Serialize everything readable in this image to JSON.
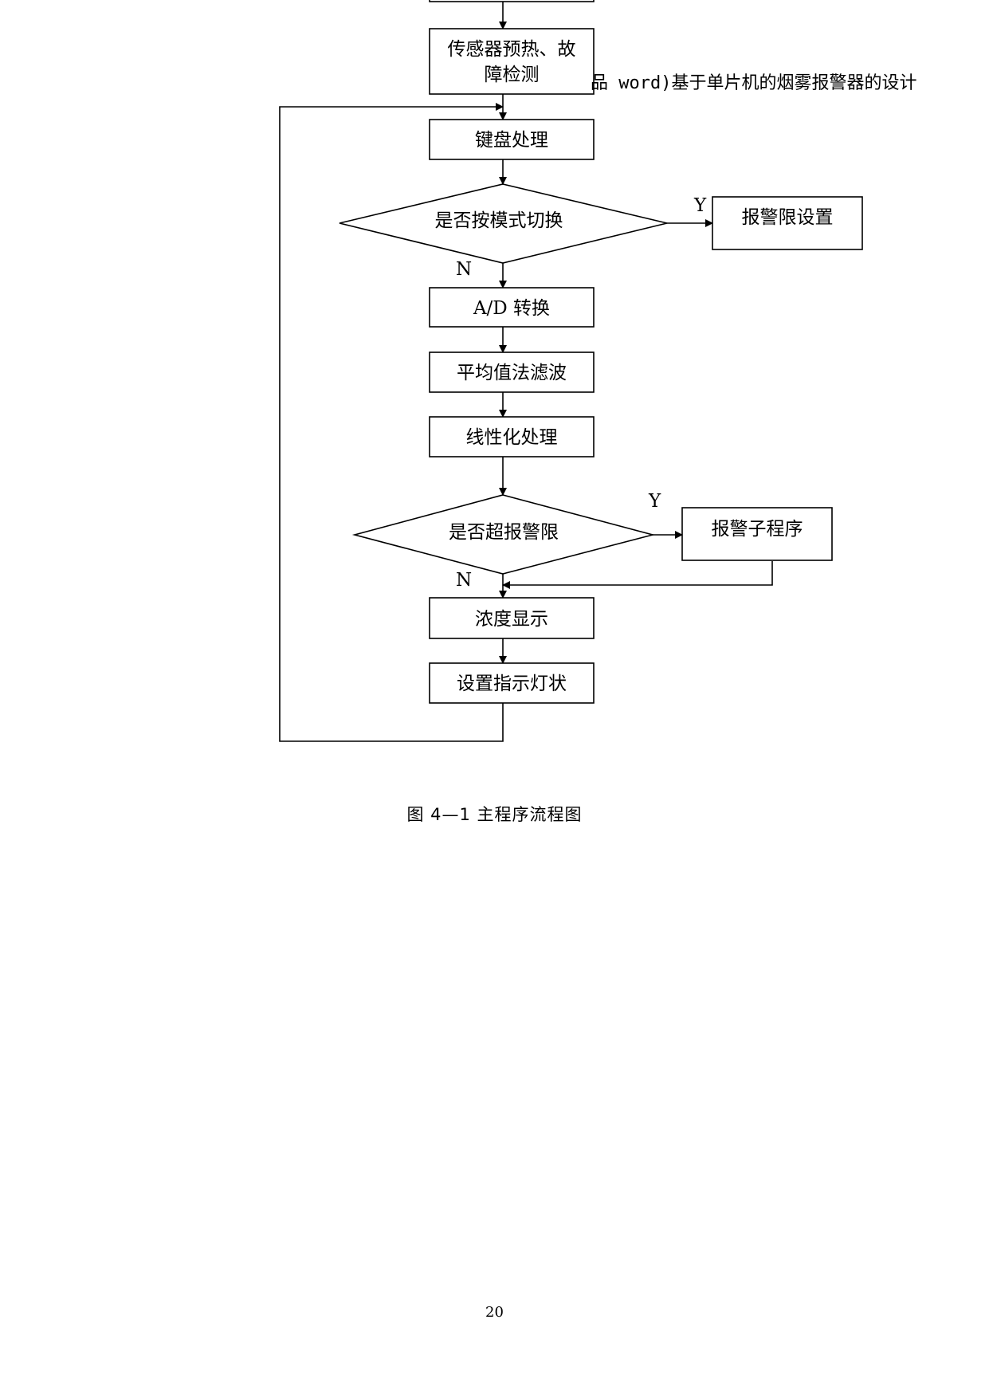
{
  "document": {
    "header_text": "品 word)基于单片机的烟雾报警器的设计",
    "caption": "图 4—1 主程序流程图",
    "page_number": "20"
  },
  "flowchart": {
    "nodes": {
      "sensor": [
        "传感器预热、故",
        "障检测"
      ],
      "keyboard": [
        "键盘处理"
      ],
      "mode_switch": [
        "是否按模式切换"
      ],
      "alarm_limit": [
        "报警限设置"
      ],
      "ad_convert": [
        "A/D 转换"
      ],
      "filter": [
        "平均值法滤波"
      ],
      "linearize": [
        "线性化处理"
      ],
      "over_limit": [
        "是否超报警限"
      ],
      "alarm_sub": [
        "报警子程序"
      ],
      "display": [
        "浓度显示"
      ],
      "indicator": [
        "设置指示灯状"
      ]
    },
    "labels": {
      "mode_yes": "Y",
      "mode_no": "N",
      "limit_yes": "Y",
      "limit_no": "N"
    }
  }
}
